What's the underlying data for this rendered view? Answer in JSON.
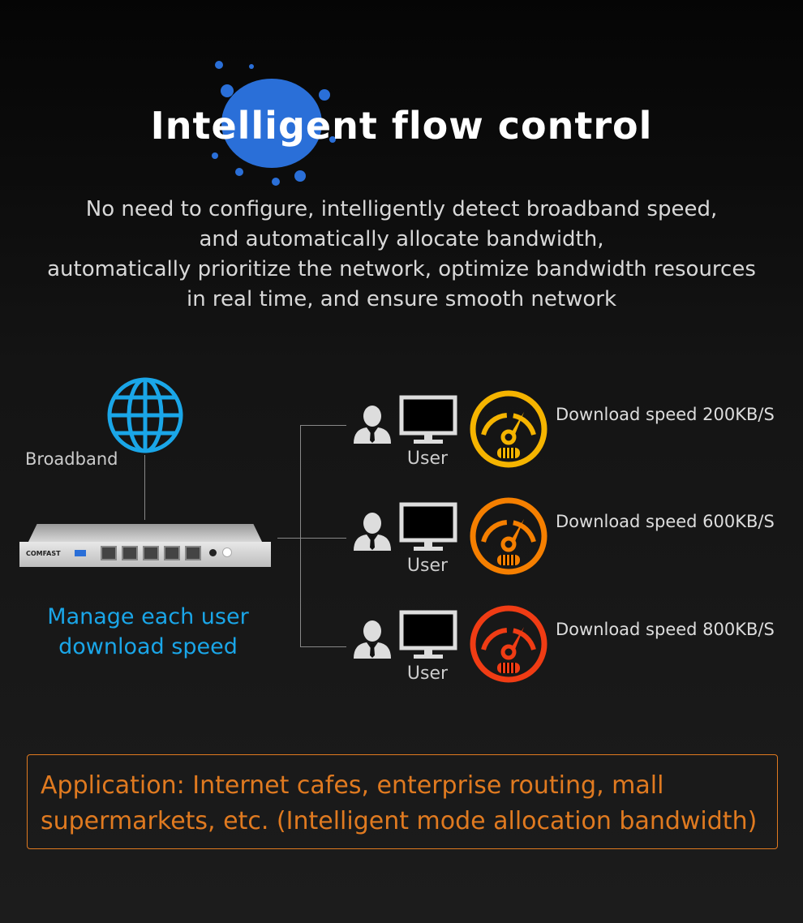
{
  "title": "Intelligent flow control",
  "subtitle": [
    "No need to configure, intelligently detect broadband speed,",
    "and automatically allocate bandwidth,",
    "automatically prioritize the network, optimize bandwidth resources",
    "in real time, and ensure smooth network"
  ],
  "diagram": {
    "broadband_label": "Broadband",
    "router_brand": "COMFAST",
    "manage_label": [
      "Manage each user",
      "download speed"
    ],
    "users": [
      {
        "label": "User",
        "speed": "Download speed 200KB/S",
        "color": "#f5b400"
      },
      {
        "label": "User",
        "speed": "Download speed 600KB/S",
        "color": "#f57f00"
      },
      {
        "label": "User",
        "speed": "Download speed 800KB/S",
        "color": "#f03c14"
      }
    ]
  },
  "application": [
    "Application: Internet cafes, enterprise routing, mall",
    "supermarkets, etc. (Intelligent mode allocation bandwidth)"
  ],
  "colors": {
    "splash": "#2a6fd8",
    "globe": "#1aa6e8",
    "accent": "#e07a20"
  }
}
